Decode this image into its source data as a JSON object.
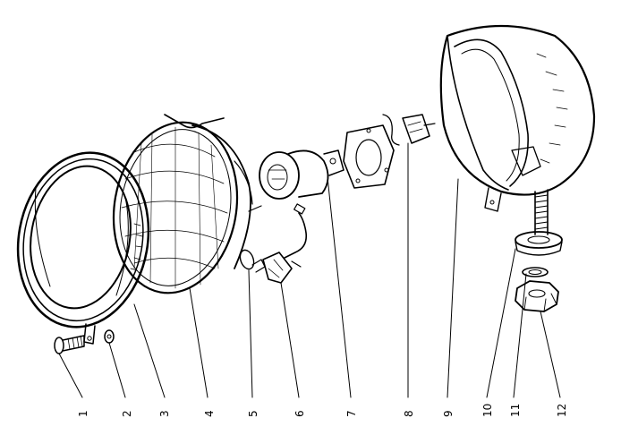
{
  "callouts": [
    {
      "id": "1",
      "label": "1"
    },
    {
      "id": "2",
      "label": "2"
    },
    {
      "id": "3",
      "label": "3"
    },
    {
      "id": "4",
      "label": "4"
    },
    {
      "id": "5",
      "label": "5"
    },
    {
      "id": "6",
      "label": "6"
    },
    {
      "id": "7",
      "label": "7"
    },
    {
      "id": "8",
      "label": "8"
    },
    {
      "id": "9",
      "label": "9"
    },
    {
      "id": "10",
      "label": "10"
    },
    {
      "id": "11",
      "label": "11"
    },
    {
      "id": "12",
      "label": "12"
    }
  ],
  "colors": {
    "ink": "#000000",
    "paper": "#ffffff"
  }
}
